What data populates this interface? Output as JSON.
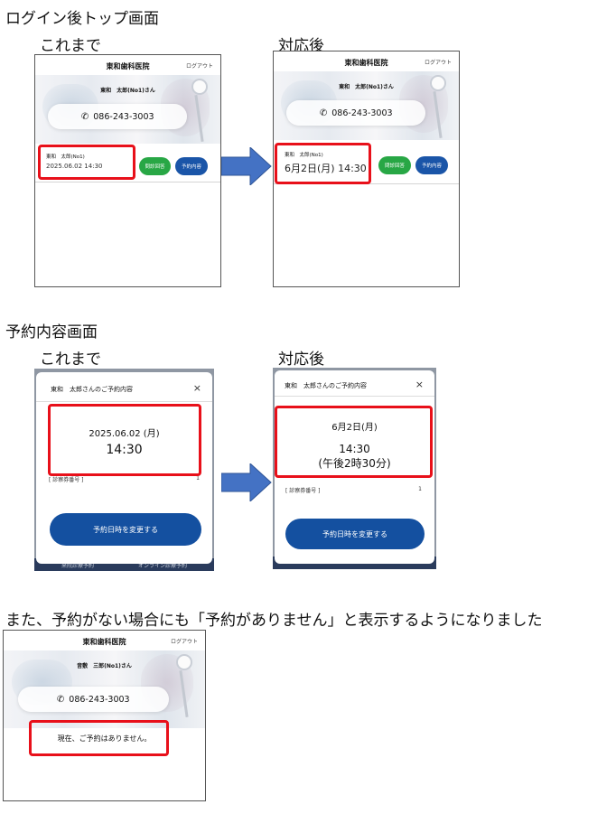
{
  "section1": {
    "title": "ログイン後トップ画面",
    "before_label": "これまで",
    "after_label": "対応後"
  },
  "section2": {
    "title": "予約内容画面",
    "before_label": "これまで",
    "after_label": "対応後"
  },
  "notice": "また、予約がない場合にも「予約がありません」と表示するようになりました",
  "app": {
    "clinic_name": "東和歯科医院",
    "logout_label": "ログアウト",
    "phone_number": "086-243-3003"
  },
  "top_before": {
    "patient_greeting": "東和　太郎(No1)さん",
    "row_name": "東和　太郎(No1)",
    "row_datetime": "2025.06.02 14:30",
    "questionnaire_button": "問診回答",
    "reservation_button": "予約内容"
  },
  "top_after": {
    "patient_greeting": "東和　太郎(No1)さん",
    "row_name": "東和　太郎(No1)",
    "row_datetime": "6月2日(月) 14:30",
    "questionnaire_button": "問診回答",
    "reservation_button": "予約内容"
  },
  "modal_before": {
    "title": "東和　太郎さんのご予約内容",
    "close": "×",
    "date": "2025.06.02 (月)",
    "time": "14:30",
    "exam_label": "[ 診察券番号 ]",
    "exam_value": "1",
    "change_button": "予約日時を変更する",
    "bg_left": "来院診療予約",
    "bg_right": "オンライン診療予約"
  },
  "modal_after": {
    "title": "東和　太郎さんのご予約内容",
    "close": "×",
    "date": "6月2日(月)",
    "time": "14:30",
    "time_detail": "(午後2時30分)",
    "exam_label": "[ 診察券番号 ]",
    "exam_value": "1",
    "change_button": "予約日時を変更する"
  },
  "noappt": {
    "patient_greeting": "音敷　三郎(No1)さん",
    "message": "現在、ご予約はありません。"
  },
  "colors": {
    "highlight": "#e8101a",
    "arrow": "#4472c4",
    "green_button": "#28a745",
    "blue_button": "#1a55a8"
  }
}
